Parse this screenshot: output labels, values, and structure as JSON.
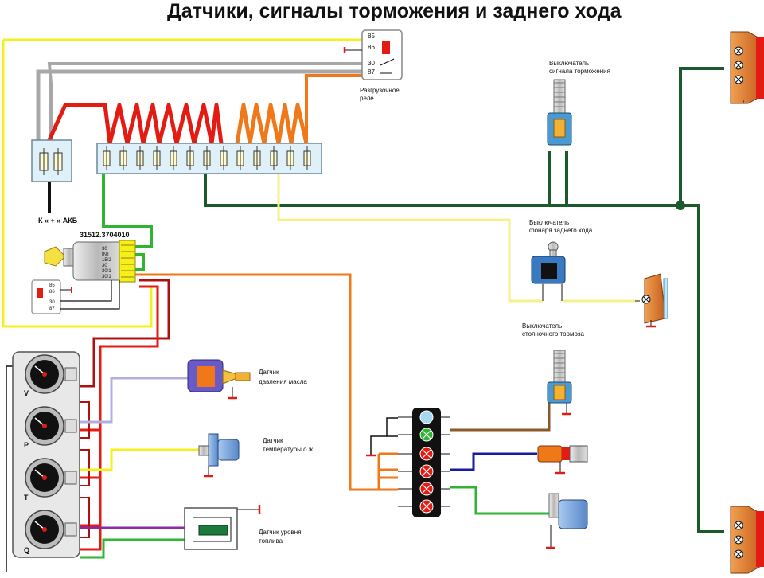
{
  "title": "Датчики, сигналы торможения и заднего хода",
  "labels": {
    "unload_relay": [
      "Разгрузочное",
      "реле"
    ],
    "brake_signal_switch": [
      "Выключатель",
      "сигнала торможения"
    ],
    "reverse_light_switch": [
      "Выключатель",
      "фонаря заднего хода"
    ],
    "parking_brake_switch": [
      "Выключатель",
      "стояночного тормоза"
    ],
    "oil_pressure_sensor": [
      "Датчик",
      "давления масла"
    ],
    "coolant_temp_sensor": [
      "Датчик",
      "температуры о.ж."
    ],
    "fuel_level_sensor": [
      "Датчик уровня",
      "топлива"
    ],
    "battery": "К « + » АКБ",
    "ignition_switch": "31512.3704010"
  },
  "relay_pins": [
    "85",
    "86",
    "30",
    "87"
  ],
  "ignition_pins": [
    "30",
    "INT",
    "15/2",
    "30",
    "30/1",
    "30/1"
  ],
  "gauge_labels": [
    "V",
    "P",
    "T",
    "Q"
  ],
  "colors": {
    "red": "#e31b12",
    "orange": "#f07818",
    "yellow": "#f4f01a",
    "gray": "#a8a8a8",
    "dark_green": "#1c5a2c",
    "green": "#2fb531",
    "brown": "#8a5a2a",
    "blue": "#1a1aa0",
    "purple": "#8a2aa8",
    "dark_red": "#b01010",
    "black": "#111111",
    "lavender": "#b0b0e0"
  }
}
